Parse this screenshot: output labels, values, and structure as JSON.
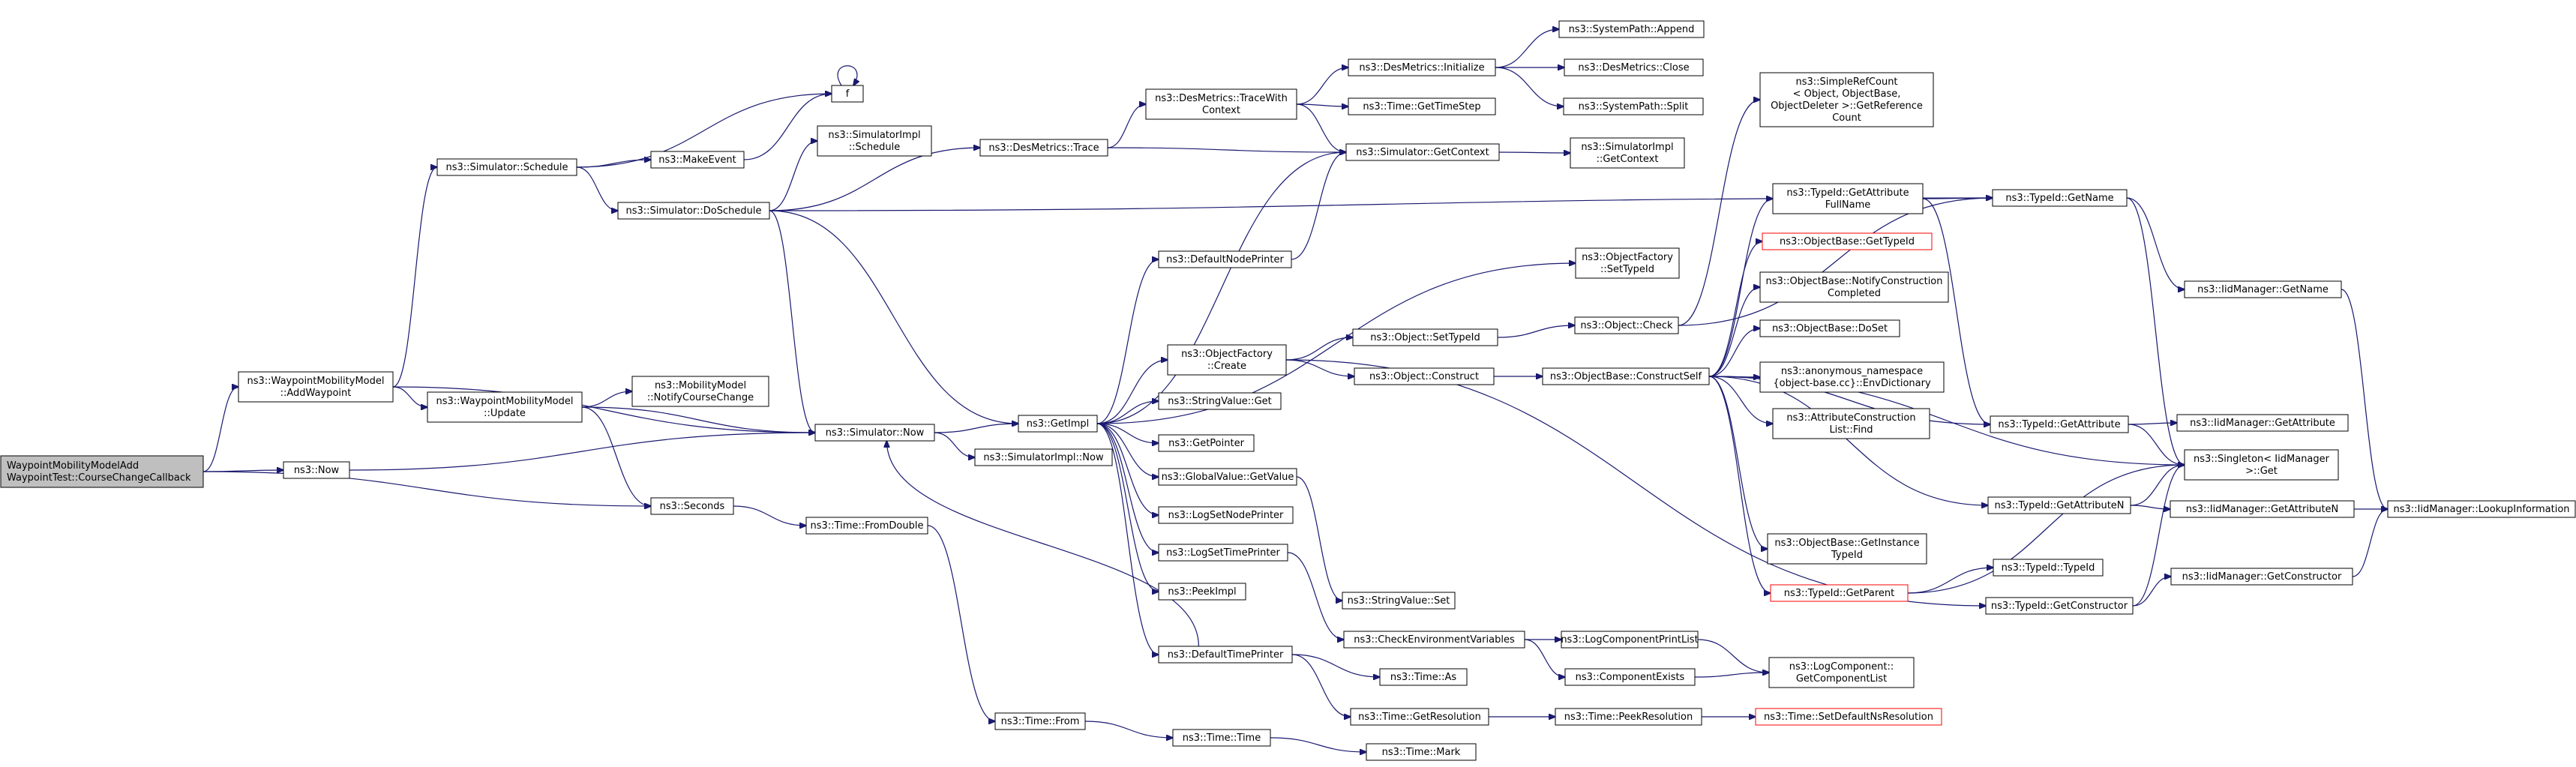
{
  "colors": {
    "edge": "#191970",
    "node_border": "#000000",
    "root_fill": "#bfbfbf",
    "truncated_border": "#ff0000"
  },
  "nodes": [
    {
      "id": "root",
      "lines": [
        "WaypointMobilityModelAdd",
        "WaypointTest::CourseChangeCallback"
      ],
      "style": "root"
    },
    {
      "id": "addwp",
      "lines": [
        "ns3::WaypointMobilityModel",
        "::AddWaypoint"
      ]
    },
    {
      "id": "nowf",
      "lines": [
        "ns3::Now"
      ]
    },
    {
      "id": "seconds",
      "lines": [
        "ns3::Seconds"
      ]
    },
    {
      "id": "schedule",
      "lines": [
        "ns3::Simulator::Schedule"
      ]
    },
    {
      "id": "update",
      "lines": [
        "ns3::WaypointMobilityModel",
        "::Update"
      ]
    },
    {
      "id": "simnow",
      "lines": [
        "ns3::Simulator::Now"
      ]
    },
    {
      "id": "f",
      "lines": [
        "f"
      ]
    },
    {
      "id": "makeevent",
      "lines": [
        "ns3::MakeEvent"
      ]
    },
    {
      "id": "doschedule",
      "lines": [
        "ns3::Simulator::DoSchedule"
      ]
    },
    {
      "id": "simimplsched",
      "lines": [
        "ns3::SimulatorImpl",
        "::Schedule"
      ]
    },
    {
      "id": "notifycc",
      "lines": [
        "ns3::MobilityModel",
        "::NotifyCourseChange"
      ]
    },
    {
      "id": "fromdouble",
      "lines": [
        "ns3::Time::FromDouble"
      ]
    },
    {
      "id": "getimpl",
      "lines": [
        "ns3::GetImpl"
      ]
    },
    {
      "id": "simimplnow",
      "lines": [
        "ns3::SimulatorImpl::Now"
      ]
    },
    {
      "id": "timefrom",
      "lines": [
        "ns3::Time::From"
      ]
    },
    {
      "id": "destrace",
      "lines": [
        "ns3::DesMetrics::Trace"
      ]
    },
    {
      "id": "defnodeprinter",
      "lines": [
        "ns3::DefaultNodePrinter"
      ]
    },
    {
      "id": "ofcreate",
      "lines": [
        "ns3::ObjectFactory",
        "::Create"
      ]
    },
    {
      "id": "svget",
      "lines": [
        "ns3::StringValue::Get"
      ]
    },
    {
      "id": "getpointer",
      "lines": [
        "ns3::GetPointer"
      ]
    },
    {
      "id": "gvgetvalue",
      "lines": [
        "ns3::GlobalValue::GetValue"
      ]
    },
    {
      "id": "logsetnode",
      "lines": [
        "ns3::LogSetNodePrinter"
      ]
    },
    {
      "id": "logsettime",
      "lines": [
        "ns3::LogSetTimePrinter"
      ]
    },
    {
      "id": "peekimpl",
      "lines": [
        "ns3::PeekImpl"
      ]
    },
    {
      "id": "deftimeprinter",
      "lines": [
        "ns3::DefaultTimePrinter"
      ]
    },
    {
      "id": "timetime",
      "lines": [
        "ns3::Time::Time"
      ]
    },
    {
      "id": "destracewith",
      "lines": [
        "ns3::DesMetrics::TraceWith",
        "Context"
      ]
    },
    {
      "id": "getcontext",
      "lines": [
        "ns3::Simulator::GetContext"
      ]
    },
    {
      "id": "desinit",
      "lines": [
        "ns3::DesMetrics::Initialize"
      ]
    },
    {
      "id": "gettimestep",
      "lines": [
        "ns3::Time::GetTimeStep"
      ]
    },
    {
      "id": "sysappend",
      "lines": [
        "ns3::SystemPath::Append"
      ]
    },
    {
      "id": "desclose",
      "lines": [
        "ns3::DesMetrics::Close"
      ]
    },
    {
      "id": "syssplit",
      "lines": [
        "ns3::SystemPath::Split"
      ]
    },
    {
      "id": "simimplgetctx",
      "lines": [
        "ns3::SimulatorImpl",
        "::GetContext"
      ]
    },
    {
      "id": "ofsettypeid",
      "lines": [
        "ns3::ObjectFactory",
        "::SetTypeId"
      ]
    },
    {
      "id": "objsettypeid",
      "lines": [
        "ns3::Object::SetTypeId"
      ]
    },
    {
      "id": "objconstruct",
      "lines": [
        "ns3::Object::Construct"
      ]
    },
    {
      "id": "svset",
      "lines": [
        "ns3::StringValue::Set"
      ]
    },
    {
      "id": "checkenv",
      "lines": [
        "ns3::CheckEnvironmentVariables"
      ]
    },
    {
      "id": "timeas",
      "lines": [
        "ns3::Time::As"
      ]
    },
    {
      "id": "getresolution",
      "lines": [
        "ns3::Time::GetResolution"
      ]
    },
    {
      "id": "timemark",
      "lines": [
        "ns3::Time::Mark"
      ]
    },
    {
      "id": "objcheck",
      "lines": [
        "ns3::Object::Check"
      ]
    },
    {
      "id": "constructself",
      "lines": [
        "ns3::ObjectBase::ConstructSelf"
      ]
    },
    {
      "id": "logcompprint",
      "lines": [
        "ns3::LogComponentPrintList"
      ]
    },
    {
      "id": "compexists",
      "lines": [
        "ns3::ComponentExists"
      ]
    },
    {
      "id": "peekres",
      "lines": [
        "ns3::Time::PeekResolution"
      ]
    },
    {
      "id": "simplerefcount",
      "lines": [
        "ns3::SimpleRefCount",
        "< Object, ObjectBase,",
        "ObjectDeleter >::GetReference",
        "Count"
      ]
    },
    {
      "id": "tidgetattrfull",
      "lines": [
        "ns3::TypeId::GetAttribute",
        "FullName"
      ]
    },
    {
      "id": "obgettypeid",
      "lines": [
        "ns3::ObjectBase::GetTypeId"
      ],
      "style": "red"
    },
    {
      "id": "obnotify",
      "lines": [
        "ns3::ObjectBase::NotifyConstruction",
        "Completed"
      ]
    },
    {
      "id": "obdoset",
      "lines": [
        "ns3::ObjectBase::DoSet"
      ]
    },
    {
      "id": "anonenv",
      "lines": [
        "ns3::anonymous_namespace",
        "{object-base.cc}::EnvDictionary"
      ]
    },
    {
      "id": "attrfind",
      "lines": [
        "ns3::AttributeConstruction",
        "List::Find"
      ]
    },
    {
      "id": "obgetinst",
      "lines": [
        "ns3::ObjectBase::GetInstance",
        "TypeId"
      ]
    },
    {
      "id": "tidgetparent",
      "lines": [
        "ns3::TypeId::GetParent"
      ],
      "style": "red"
    },
    {
      "id": "logcompgetlist",
      "lines": [
        "ns3::LogComponent::",
        "GetComponentList"
      ]
    },
    {
      "id": "setdefres",
      "lines": [
        "ns3::Time::SetDefaultNsResolution"
      ],
      "style": "red"
    },
    {
      "id": "tidgetname",
      "lines": [
        "ns3::TypeId::GetName"
      ]
    },
    {
      "id": "tidgetattr",
      "lines": [
        "ns3::TypeId::GetAttribute"
      ]
    },
    {
      "id": "tidgetattrn",
      "lines": [
        "ns3::TypeId::GetAttributeN"
      ]
    },
    {
      "id": "tidtypeid",
      "lines": [
        "ns3::TypeId::TypeId"
      ]
    },
    {
      "id": "tidgetctor",
      "lines": [
        "ns3::TypeId::GetConstructor"
      ]
    },
    {
      "id": "iidgetname",
      "lines": [
        "ns3::IidManager::GetName"
      ]
    },
    {
      "id": "iidgetattr",
      "lines": [
        "ns3::IidManager::GetAttribute"
      ]
    },
    {
      "id": "singletonget",
      "lines": [
        "ns3::Singleton< IidManager",
        ">::Get"
      ]
    },
    {
      "id": "iidgetattrn",
      "lines": [
        "ns3::IidManager::GetAttributeN"
      ]
    },
    {
      "id": "iidgetctor",
      "lines": [
        "ns3::IidManager::GetConstructor"
      ]
    },
    {
      "id": "iidlookup",
      "lines": [
        "ns3::IidManager::LookupInformation"
      ]
    }
  ],
  "edges": [
    [
      "root",
      "addwp"
    ],
    [
      "root",
      "nowf"
    ],
    [
      "root",
      "seconds"
    ],
    [
      "addwp",
      "schedule"
    ],
    [
      "addwp",
      "update"
    ],
    [
      "addwp",
      "simnow"
    ],
    [
      "nowf",
      "simnow"
    ],
    [
      "schedule",
      "f"
    ],
    [
      "schedule",
      "makeevent"
    ],
    [
      "schedule",
      "doschedule"
    ],
    [
      "makeevent",
      "f"
    ],
    [
      "f",
      "f"
    ],
    [
      "update",
      "notifycc"
    ],
    [
      "update",
      "simnow"
    ],
    [
      "update",
      "seconds"
    ],
    [
      "doschedule",
      "simimplsched"
    ],
    [
      "doschedule",
      "destrace"
    ],
    [
      "doschedule",
      "getimpl"
    ],
    [
      "doschedule",
      "simnow"
    ],
    [
      "doschedule",
      "tidgetname"
    ],
    [
      "seconds",
      "fromdouble"
    ],
    [
      "fromdouble",
      "timefrom"
    ],
    [
      "simnow",
      "getimpl"
    ],
    [
      "simnow",
      "simimplnow"
    ],
    [
      "getimpl",
      "getcontext"
    ],
    [
      "getimpl",
      "defnodeprinter"
    ],
    [
      "getimpl",
      "ofsettypeid"
    ],
    [
      "getimpl",
      "ofcreate"
    ],
    [
      "getimpl",
      "svget"
    ],
    [
      "getimpl",
      "getpointer"
    ],
    [
      "getimpl",
      "gvgetvalue"
    ],
    [
      "getimpl",
      "logsetnode"
    ],
    [
      "getimpl",
      "logsettime"
    ],
    [
      "getimpl",
      "peekimpl"
    ],
    [
      "getimpl",
      "deftimeprinter"
    ],
    [
      "deftimeprinter",
      "simnow"
    ],
    [
      "deftimeprinter",
      "timeas"
    ],
    [
      "deftimeprinter",
      "getresolution"
    ],
    [
      "destrace",
      "destracewith"
    ],
    [
      "destrace",
      "getcontext"
    ],
    [
      "destracewith",
      "desinit"
    ],
    [
      "destracewith",
      "gettimestep"
    ],
    [
      "destracewith",
      "getcontext"
    ],
    [
      "desinit",
      "sysappend"
    ],
    [
      "desinit",
      "desclose"
    ],
    [
      "desinit",
      "syssplit"
    ],
    [
      "getcontext",
      "simimplgetctx"
    ],
    [
      "defnodeprinter",
      "getcontext"
    ],
    [
      "ofcreate",
      "objsettypeid"
    ],
    [
      "ofcreate",
      "objconstruct"
    ],
    [
      "ofcreate",
      "tidgetctor"
    ],
    [
      "objsettypeid",
      "objcheck"
    ],
    [
      "objconstruct",
      "constructself"
    ],
    [
      "objcheck",
      "simplerefcount"
    ],
    [
      "objcheck",
      "tidgetname"
    ],
    [
      "gvgetvalue",
      "svset"
    ],
    [
      "logsettime",
      "checkenv"
    ],
    [
      "checkenv",
      "logcompprint"
    ],
    [
      "checkenv",
      "compexists"
    ],
    [
      "logcompprint",
      "logcompgetlist"
    ],
    [
      "compexists",
      "logcompgetlist"
    ],
    [
      "getresolution",
      "peekres"
    ],
    [
      "peekres",
      "setdefres"
    ],
    [
      "timefrom",
      "timetime"
    ],
    [
      "timetime",
      "timemark"
    ],
    [
      "constructself",
      "tidgetattrfull"
    ],
    [
      "constructself",
      "obgettypeid"
    ],
    [
      "constructself",
      "obnotify"
    ],
    [
      "constructself",
      "obdoset"
    ],
    [
      "constructself",
      "anonenv"
    ],
    [
      "constructself",
      "attrfind"
    ],
    [
      "constructself",
      "obgetinst"
    ],
    [
      "constructself",
      "tidgetparent"
    ],
    [
      "constructself",
      "tidgetattr"
    ],
    [
      "constructself",
      "tidgetattrn"
    ],
    [
      "constructself",
      "singletonget"
    ],
    [
      "tidgetattrfull",
      "tidgetname"
    ],
    [
      "tidgetattrfull",
      "tidgetattr"
    ],
    [
      "tidgetname",
      "iidgetname"
    ],
    [
      "tidgetname",
      "singletonget"
    ],
    [
      "iidgetname",
      "iidlookup"
    ],
    [
      "tidgetattr",
      "iidgetattr"
    ],
    [
      "tidgetattr",
      "singletonget"
    ],
    [
      "tidgetattrn",
      "iidgetattrn"
    ],
    [
      "tidgetattrn",
      "singletonget"
    ],
    [
      "iidgetattrn",
      "iidlookup"
    ],
    [
      "tidgetparent",
      "tidtypeid"
    ],
    [
      "tidgetparent",
      "singletonget"
    ],
    [
      "tidgetctor",
      "iidgetctor"
    ],
    [
      "tidgetctor",
      "singletonget"
    ],
    [
      "iidgetctor",
      "iidlookup"
    ]
  ]
}
